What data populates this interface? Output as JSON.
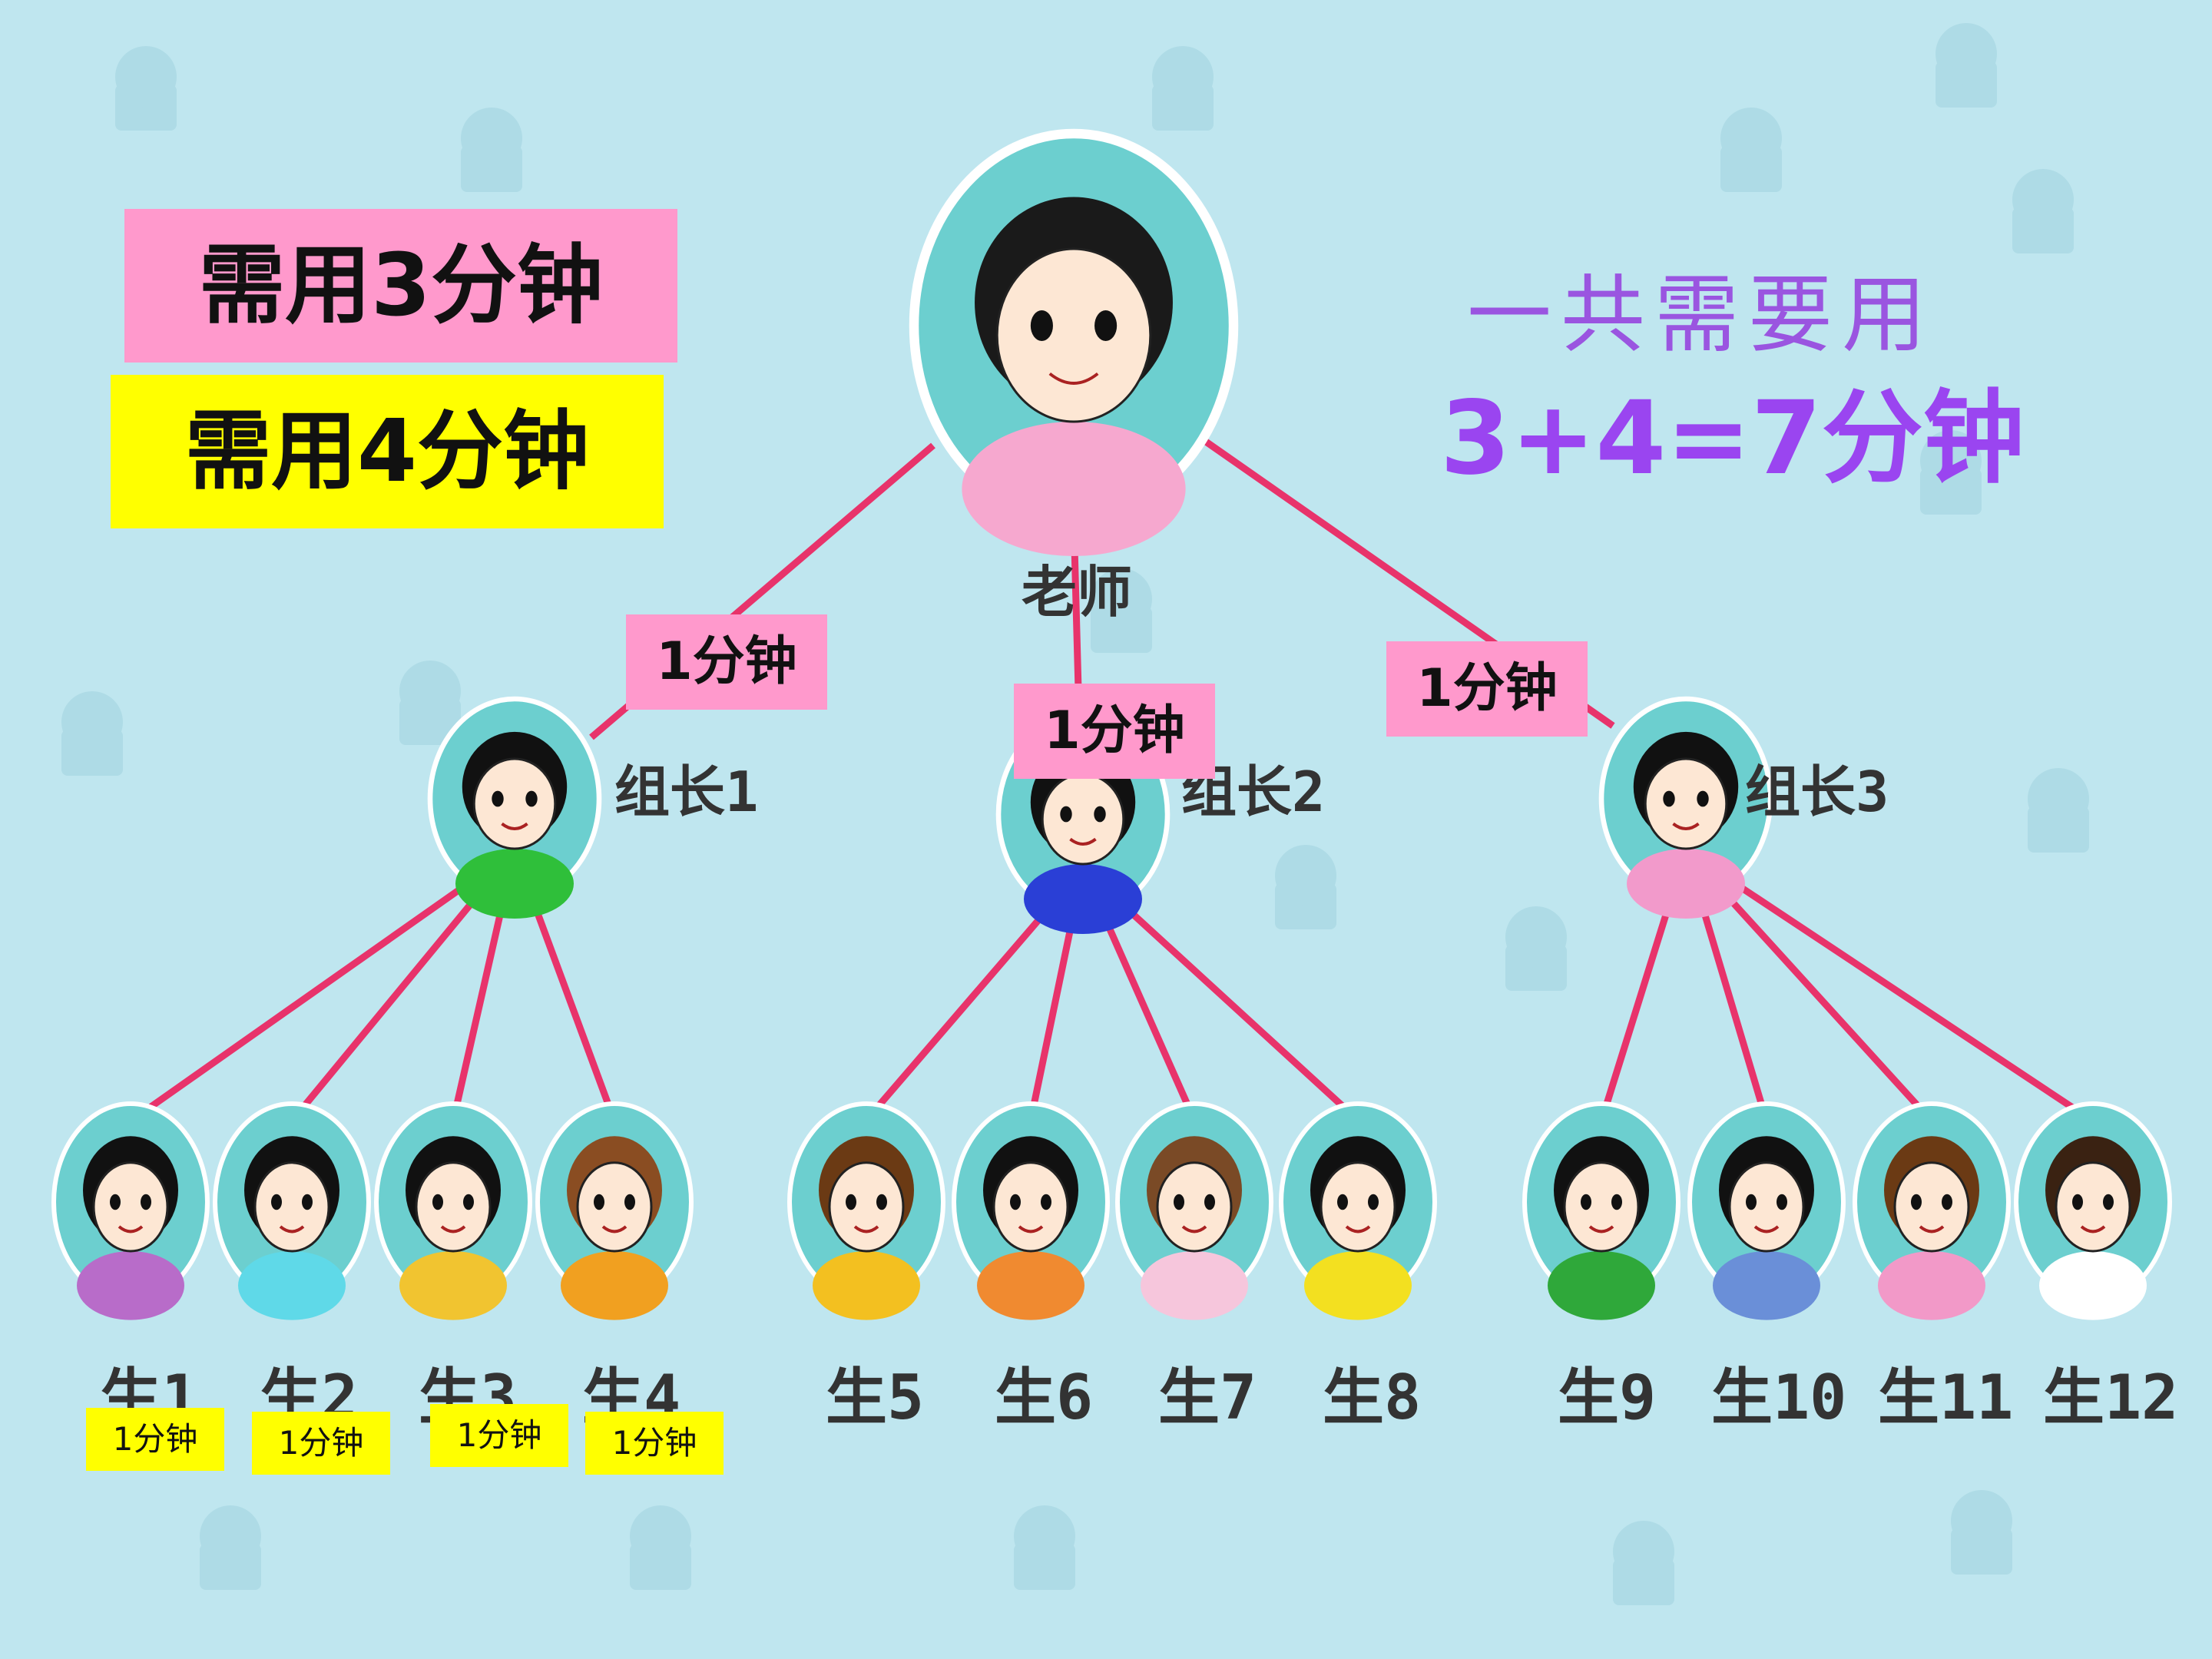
{
  "colors": {
    "background": "#bfe6ef",
    "pink_box": "#ff99cc",
    "yellow_box": "#ffff00",
    "purple_text": "#9a45f0",
    "line": "#e8336b",
    "node_fill": "#6ccfcf"
  },
  "summary": {
    "pink_label": "需用3分钟",
    "yellow_label": "需用4分钟",
    "total_line1": "一共需要用",
    "total_line2": "3+4=7分钟"
  },
  "teacher": {
    "label": "老师"
  },
  "edge_time": "1分钟",
  "leaders": [
    {
      "label": "组长1"
    },
    {
      "label": "组长2"
    },
    {
      "label": "组长3"
    }
  ],
  "students": [
    {
      "label": "生1",
      "time": "1分钟"
    },
    {
      "label": "生2",
      "time": "1分钟"
    },
    {
      "label": "生3",
      "time": "1分钟"
    },
    {
      "label": "生4",
      "time": "1分钟"
    },
    {
      "label": "生5"
    },
    {
      "label": "生6"
    },
    {
      "label": "生7"
    },
    {
      "label": "生8"
    },
    {
      "label": "生9"
    },
    {
      "label": "生10"
    },
    {
      "label": "生11"
    },
    {
      "label": "生12"
    }
  ]
}
